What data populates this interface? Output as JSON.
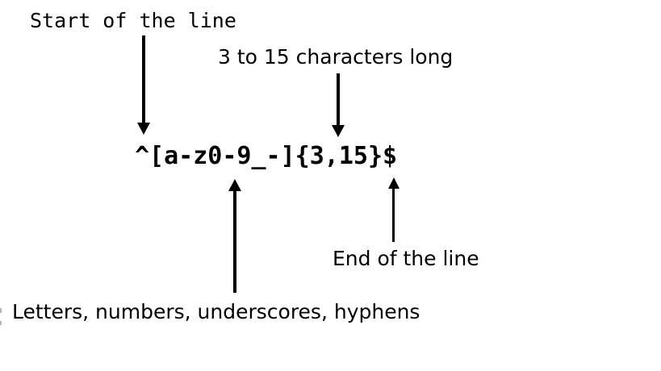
{
  "canvas": {
    "background": "#ffffff",
    "text_color": "#000000"
  },
  "regex": {
    "pattern": "^[a-z0-9_-]{3,15}$"
  },
  "labels": {
    "start_of_line": "Start of the line",
    "length": "3 to 15 characters long",
    "character_class": "Letters, numbers, underscores, hyphens",
    "end_of_line": "End of the line"
  },
  "arrows": [
    {
      "label": "Start of the line",
      "points_to": "^",
      "direction": "down"
    },
    {
      "label": "3 to 15 characters long",
      "points_to": "{3,15}",
      "direction": "down"
    },
    {
      "label": "Letters, numbers, underscores, hyphens",
      "points_to": "[a-z0-9_-]",
      "direction": "up"
    },
    {
      "label": "End of the line",
      "points_to": "$",
      "direction": "up"
    }
  ]
}
